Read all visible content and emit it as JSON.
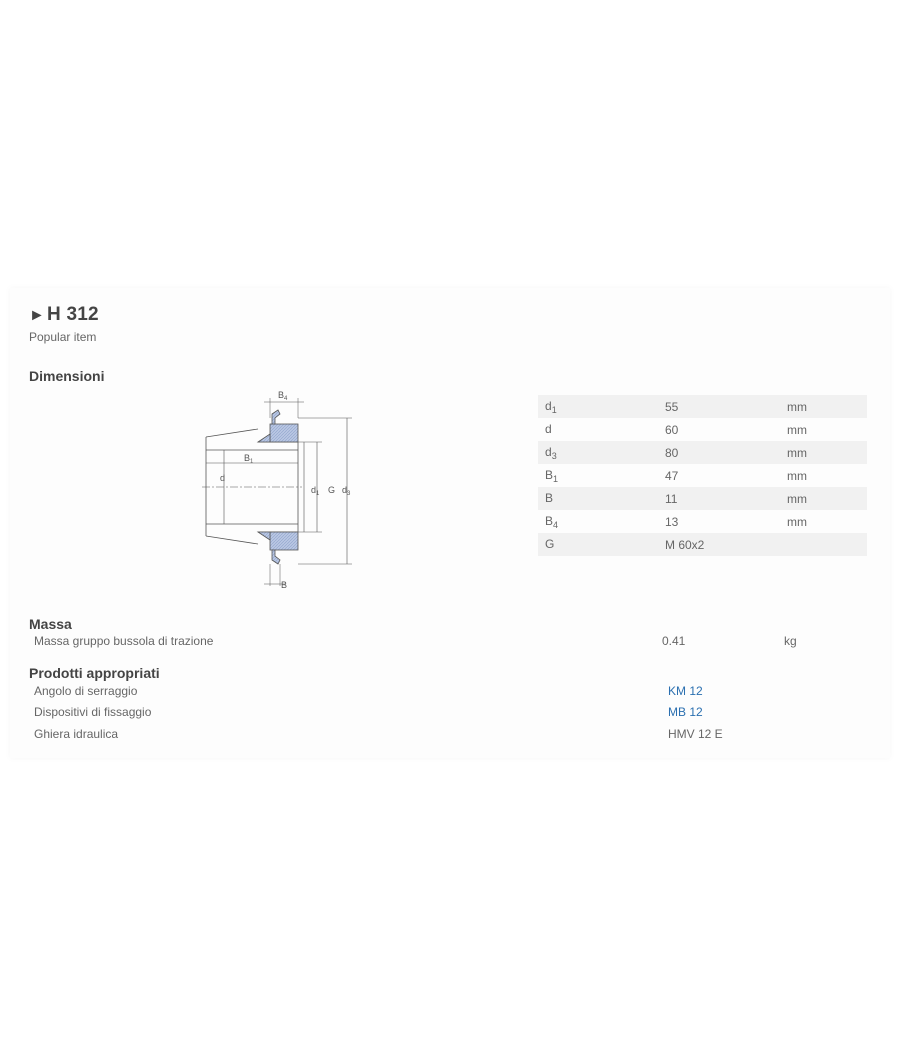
{
  "header": {
    "arrow": "►",
    "product": "H 312",
    "tag": "Popular item"
  },
  "dimensions": {
    "heading": "Dimensioni",
    "rows": [
      {
        "sym": "d",
        "sub": "1",
        "value": "55",
        "unit": "mm"
      },
      {
        "sym": "d",
        "sub": "",
        "value": "60",
        "unit": "mm"
      },
      {
        "sym": "d",
        "sub": "3",
        "value": "80",
        "unit": "mm"
      },
      {
        "sym": "B",
        "sub": "1",
        "value": "47",
        "unit": "mm"
      },
      {
        "sym": "B",
        "sub": "",
        "value": "11",
        "unit": "mm"
      },
      {
        "sym": "B",
        "sub": "4",
        "value": "13",
        "unit": "mm"
      },
      {
        "sym": "G",
        "sub": "",
        "value": "M 60x2",
        "unit": ""
      }
    ]
  },
  "diagram_labels": {
    "b4": "B",
    "b4_sub": "4",
    "b1": "B",
    "b1_sub": "1",
    "d": "d",
    "d1": "d",
    "d1_sub": "1",
    "g": "G",
    "d3": "d",
    "d3_sub": "3",
    "b": "B"
  },
  "mass": {
    "heading": "Massa",
    "label": "Massa gruppo bussola di trazione",
    "value": "0.41",
    "unit": "kg"
  },
  "products": {
    "heading": "Prodotti appropriati",
    "items": [
      {
        "label": "Angolo di serraggio",
        "value": "KM 12"
      },
      {
        "label": "Dispositivi di fissaggio",
        "value": "MB 12"
      },
      {
        "label": "Ghiera idraulica",
        "value": "HMV 12 E"
      }
    ]
  },
  "colors": {
    "link": "#2a6fb0",
    "hatch": "#b9c7e3",
    "line": "#555555"
  }
}
